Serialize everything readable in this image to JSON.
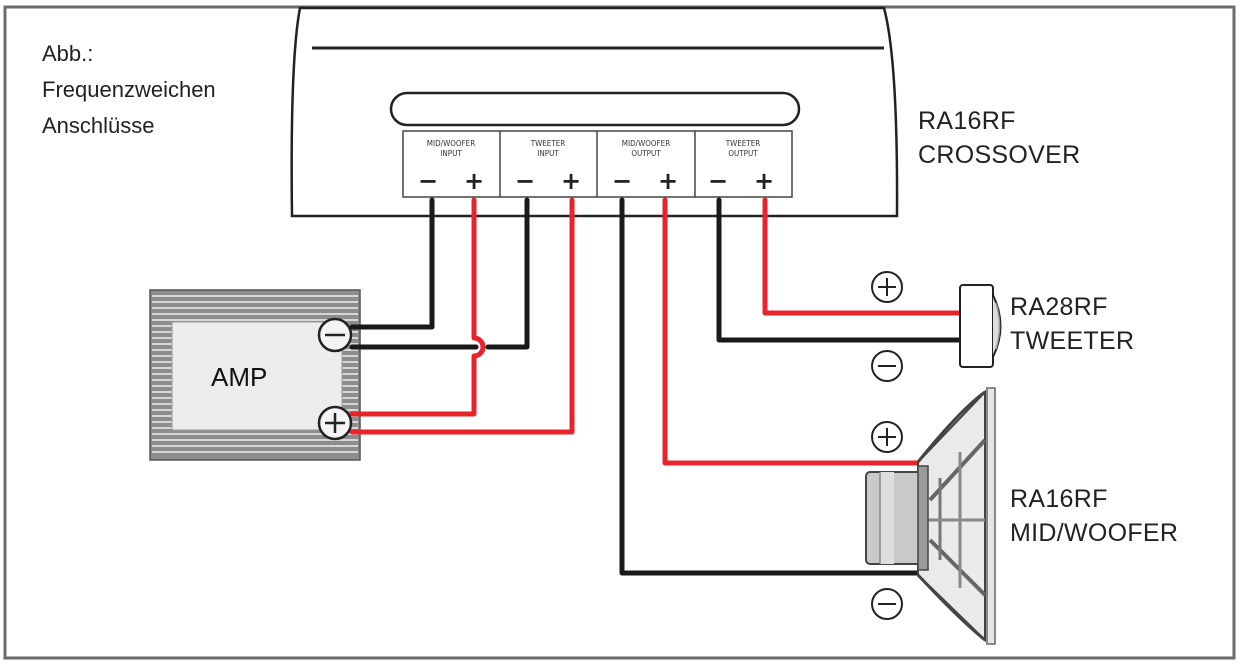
{
  "caption": {
    "line1": "Abb.:",
    "line2": "Frequenzweichen",
    "line3": "Anschlüsse"
  },
  "crossover": {
    "name_line1": "RA16RF",
    "name_line2": "CROSSOVER",
    "terminal_groups": [
      {
        "title_line1": "MID/WOOFER",
        "title_line2": "INPUT"
      },
      {
        "title_line1": "TWEETER",
        "title_line2": "INPUT"
      },
      {
        "title_line1": "MID/WOOFER",
        "title_line2": "OUTPUT"
      },
      {
        "title_line1": "TWEETER",
        "title_line2": "OUTPUT"
      }
    ],
    "minus_symbol": "−",
    "plus_symbol": "+"
  },
  "amp": {
    "label": "AMP"
  },
  "tweeter": {
    "name_line1": "RA28RF",
    "name_line2": "TWEETER"
  },
  "woofer": {
    "name_line1": "RA16RF",
    "name_line2": "MID/WOOFER"
  },
  "colors": {
    "positive_wire": "#e8242a",
    "negative_wire": "#1a1a1a",
    "border": "#6b6b6b"
  },
  "icons": [
    "plus-circle-icon",
    "minus-circle-icon"
  ]
}
